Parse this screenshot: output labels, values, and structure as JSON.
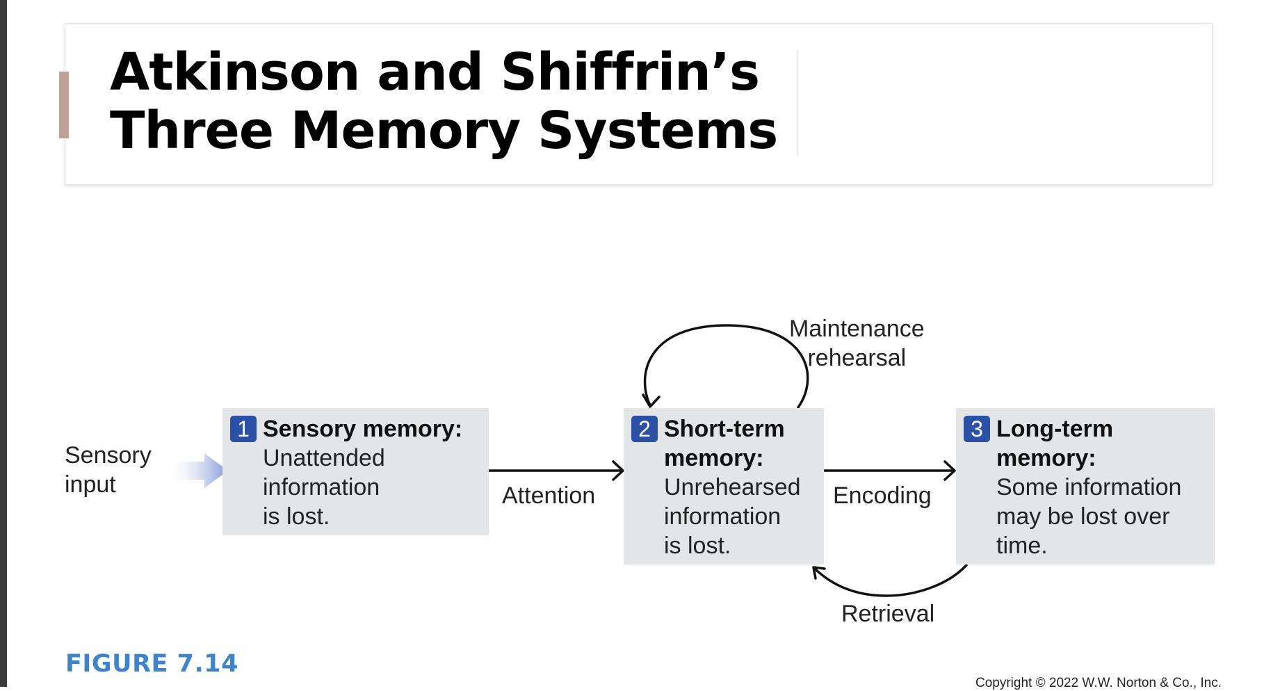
{
  "slide": {
    "title_lines": [
      "Atkinson and Shiffrin’s",
      "Three Memory Systems"
    ],
    "figure_label": "FIGURE 7.14",
    "copyright": "Copyright © 2022 W.W. Norton & Co., Inc."
  },
  "diagram": {
    "input_label_lines": [
      "Sensory",
      "input"
    ],
    "stages": [
      {
        "number": "1",
        "heading_lines": [
          "Sensory memory:"
        ],
        "body_lines": [
          "Unattended",
          "information",
          "is lost."
        ]
      },
      {
        "number": "2",
        "heading_lines": [
          "Short-term",
          "memory:"
        ],
        "body_lines": [
          "Unrehearsed",
          "information",
          "is lost."
        ]
      },
      {
        "number": "3",
        "heading_lines": [
          "Long-term",
          "memory:"
        ],
        "body_lines": [
          "Some information",
          "may be lost over",
          "time."
        ]
      }
    ],
    "processes": {
      "attention": "Attention",
      "encoding": "Encoding",
      "maintenance_lines": [
        "Maintenance",
        "rehearsal"
      ],
      "retrieval": "Retrieval"
    },
    "colors": {
      "badge": "#2b50a6",
      "box_fill": "#e3e5e6",
      "input_arrow": "#8096d6",
      "figure_label": "#3f84c9",
      "accent_bar": "#bfa295"
    }
  }
}
